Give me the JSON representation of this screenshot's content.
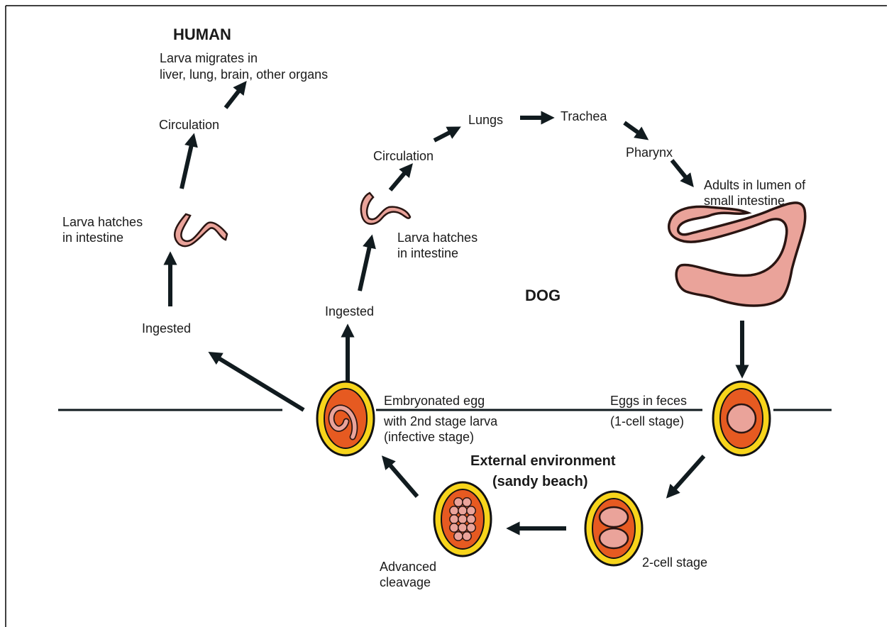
{
  "labels": {
    "human_title": "HUMAN",
    "dog_title": "DOG",
    "larva_migrates_1": "Larva migrates in",
    "larva_migrates_2": "liver, lung, brain, other organs",
    "human_circulation": "Circulation",
    "human_larva_hatches_1": "Larva hatches",
    "human_larva_hatches_2": "in intestine",
    "human_ingested": "Ingested",
    "dog_ingested": "Ingested",
    "dog_larva_hatches_1": "Larva hatches",
    "dog_larva_hatches_2": "in intestine",
    "dog_circulation": "Circulation",
    "lungs": "Lungs",
    "trachea": "Trachea",
    "pharynx": "Pharynx",
    "adults_1": "Adults in lumen of",
    "adults_2": "small intestine",
    "eggs_feces_1": "Eggs in feces",
    "eggs_feces_2": "(1-cell stage)",
    "embryonated_1": "Embryonated egg",
    "embryonated_2": "with 2nd stage larva",
    "embryonated_3": "(infective stage)",
    "env_1": "External environment",
    "env_2": "(sandy beach)",
    "two_cell": "2-cell stage",
    "advanced_1": "Advanced",
    "advanced_2": "cleavage"
  },
  "colors": {
    "arrow": "#111b1f",
    "worm_fill": "#eaa39a",
    "worm_stroke": "#2a1512",
    "egg_yellow": "#f7d41b",
    "egg_orange": "#e65a21",
    "egg_pink": "#eaa39a"
  }
}
